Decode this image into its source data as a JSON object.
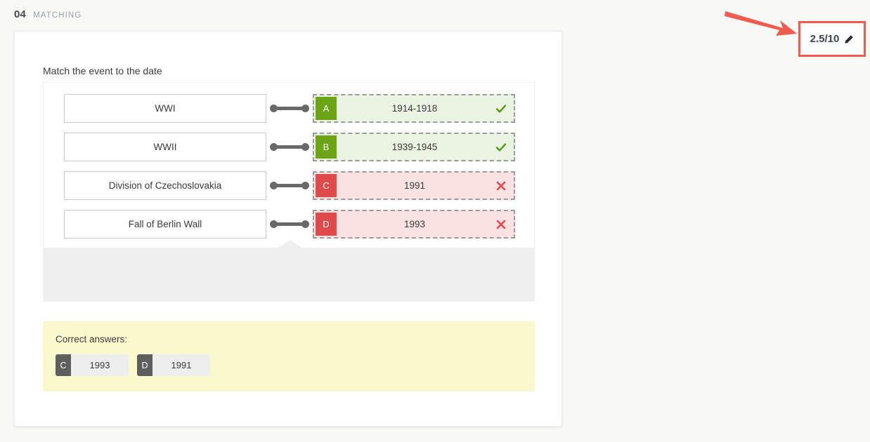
{
  "header": {
    "number": "04",
    "type": "MATCHING"
  },
  "score": {
    "value": "2.5/10",
    "edit_icon": "pencil-icon",
    "border_color": "#ef5b4c"
  },
  "annotation": {
    "arrow_color": "#ef5b4c",
    "arrow_icon": "arrow-right-icon"
  },
  "question": {
    "prompt": "Match the event to the date",
    "rows": [
      {
        "event": "WWI",
        "letter": "A",
        "answer": "1914-1918",
        "status": "correct",
        "mark_icon": "check-icon",
        "badge_color": "#6ba414",
        "background": "#ebf3e2"
      },
      {
        "event": "WWII",
        "letter": "B",
        "answer": "1939-1945",
        "status": "correct",
        "mark_icon": "check-icon",
        "badge_color": "#6ba414",
        "background": "#ebf3e2"
      },
      {
        "event": "Division of Czechoslovakia",
        "letter": "C",
        "answer": "1991",
        "status": "incorrect",
        "mark_icon": "cross-icon",
        "badge_color": "#e04a4a",
        "background": "#fbe2e2"
      },
      {
        "event": "Fall of Berlin Wall",
        "letter": "D",
        "answer": "1993",
        "status": "incorrect",
        "mark_icon": "cross-icon",
        "badge_color": "#e04a4a",
        "background": "#fbe2e2"
      }
    ]
  },
  "correct_answers": {
    "title": "Correct answers:",
    "background": "#f9f9cd",
    "items": [
      {
        "letter": "C",
        "value": "1993"
      },
      {
        "letter": "D",
        "value": "1991"
      }
    ]
  }
}
